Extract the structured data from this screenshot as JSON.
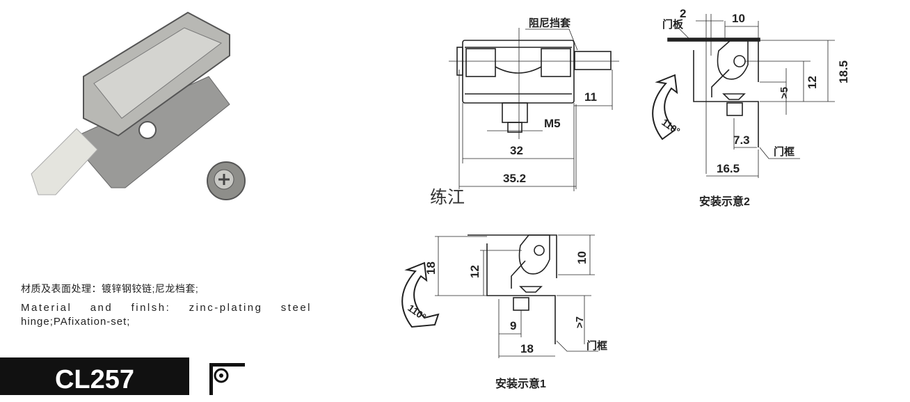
{
  "product": {
    "model": "CL257",
    "material_cn": "材质及表面处理：镀锌钢铰链;尼龙档套;",
    "material_en_line1": "Material and finlsh: zinc-plating steel",
    "material_en_line2": "hinge;PAfixation-set;",
    "watermark": "练江"
  },
  "front_view": {
    "damper_sleeve_label": "阻尼挡套",
    "dim_sleeve": "11",
    "dim_thread": "M5",
    "dim_inner": "32",
    "dim_outer": "35.2"
  },
  "install_2": {
    "door_panel_label": "门板",
    "door_frame_label": "门框",
    "dim_thickness": "2",
    "dim_10": "10",
    "dim_18_5": "18.5",
    "dim_12": "12",
    "dim_gt5": ">5",
    "dim_7_3": "7.3",
    "dim_16_5": "16.5",
    "angle": "110°",
    "caption": "安装示意2"
  },
  "install_1": {
    "door_frame_label": "门框",
    "dim_18_v": "18",
    "dim_12": "12",
    "dim_10": "10",
    "dim_gt7": ">7",
    "dim_9": "9",
    "dim_18_h": "18",
    "angle": "110°",
    "caption": "安装示意1"
  }
}
